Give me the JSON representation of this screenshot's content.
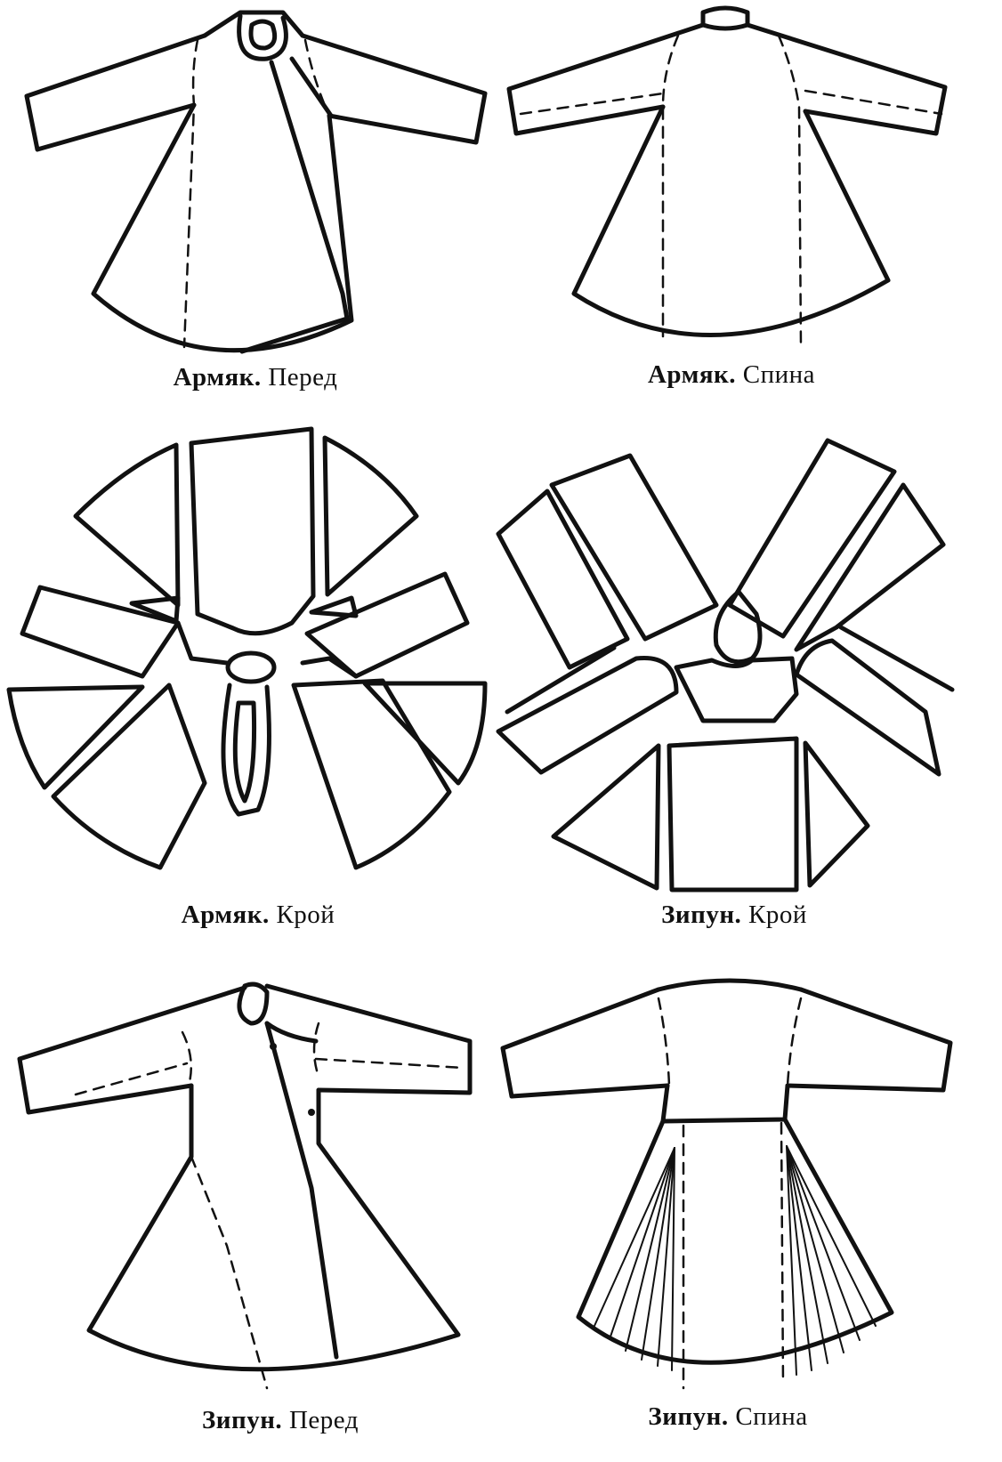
{
  "figures": [
    {
      "id": "armyak-front",
      "garment": "Армяк.",
      "view": "Перед"
    },
    {
      "id": "armyak-back",
      "garment": "Армяк.",
      "view": "Спина"
    },
    {
      "id": "armyak-cut",
      "garment": "Армяк.",
      "view": "Крой"
    },
    {
      "id": "zipun-cut",
      "garment": "Зипун.",
      "view": "Крой"
    },
    {
      "id": "zipun-front",
      "garment": "Зипун.",
      "view": "Перед"
    },
    {
      "id": "zipun-back",
      "garment": "Зипун.",
      "view": "Спина"
    }
  ],
  "colors": {
    "ink": "#111111",
    "paper": "#ffffff"
  }
}
